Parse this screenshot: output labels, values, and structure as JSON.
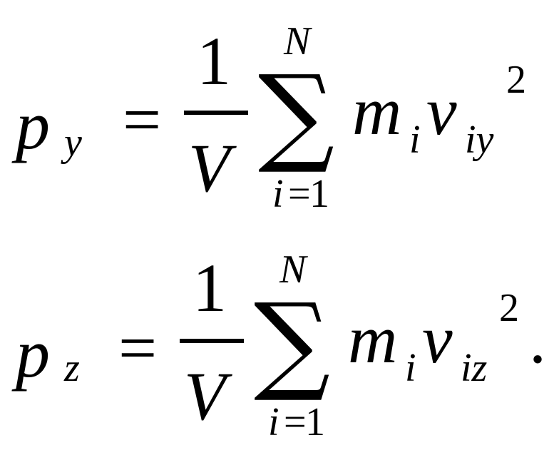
{
  "equations": [
    {
      "lhs_symbol": "p",
      "lhs_subscript": "y",
      "equals": "=",
      "fraction_numerator": "1",
      "fraction_denominator": "V",
      "sum_symbol": "∑",
      "sum_upper": "N",
      "sum_lower_var": "i",
      "sum_lower_eq": "=",
      "sum_lower_val": "1",
      "mass_symbol": "m",
      "mass_subscript": "i",
      "velocity_symbol": "v",
      "velocity_subscript": "iy",
      "exponent": "2",
      "trailing": ""
    },
    {
      "lhs_symbol": "p",
      "lhs_subscript": "z",
      "equals": "=",
      "fraction_numerator": "1",
      "fraction_denominator": "V",
      "sum_symbol": "∑",
      "sum_upper": "N",
      "sum_lower_var": "i",
      "sum_lower_eq": "=",
      "sum_lower_val": "1",
      "mass_symbol": "m",
      "mass_subscript": "i",
      "velocity_symbol": "v",
      "velocity_subscript": "iz",
      "exponent": "2",
      "trailing": "."
    }
  ]
}
